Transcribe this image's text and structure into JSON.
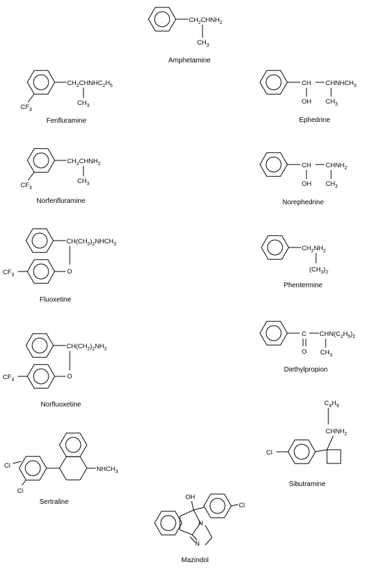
{
  "compounds": [
    {
      "name": "Amphetamine"
    },
    {
      "name": "Fenfluramine"
    },
    {
      "name": "Ephedrine"
    },
    {
      "name": "Norfenfluramine"
    },
    {
      "name": "Norephedrine"
    },
    {
      "name": "Fluoxetine"
    },
    {
      "name": "Phentermine"
    },
    {
      "name": "Diethylpropion"
    },
    {
      "name": "Norfluoxetine"
    },
    {
      "name": "Sibutramine"
    },
    {
      "name": "Sertraline"
    },
    {
      "name": "Mazindol"
    }
  ],
  "groups": {
    "ch2chnh2": "CH2CHNH2",
    "ch3": "CH3",
    "ch2chnhc2h5": "CH2CHNHC2H5",
    "cf3": "CF3",
    "ch": "CH",
    "chnhch3": "CHNHCH3",
    "oh": "OH",
    "chnh2": "CHNH2",
    "ch_ch2_2nhch3": "CH(CH2)2NHCH3",
    "o": "O",
    "ch2nh2": "CH2NH2",
    "ch3_2": "(CH3)2",
    "c": "C",
    "chn_c2h5_2": "CHN(C2H5)2",
    "ch_ch2_2nh2": "CH(CH2)2NH2",
    "c4h9": "C4H9",
    "cl": "Cl",
    "nhch3": "NHCH3",
    "n": "N"
  }
}
